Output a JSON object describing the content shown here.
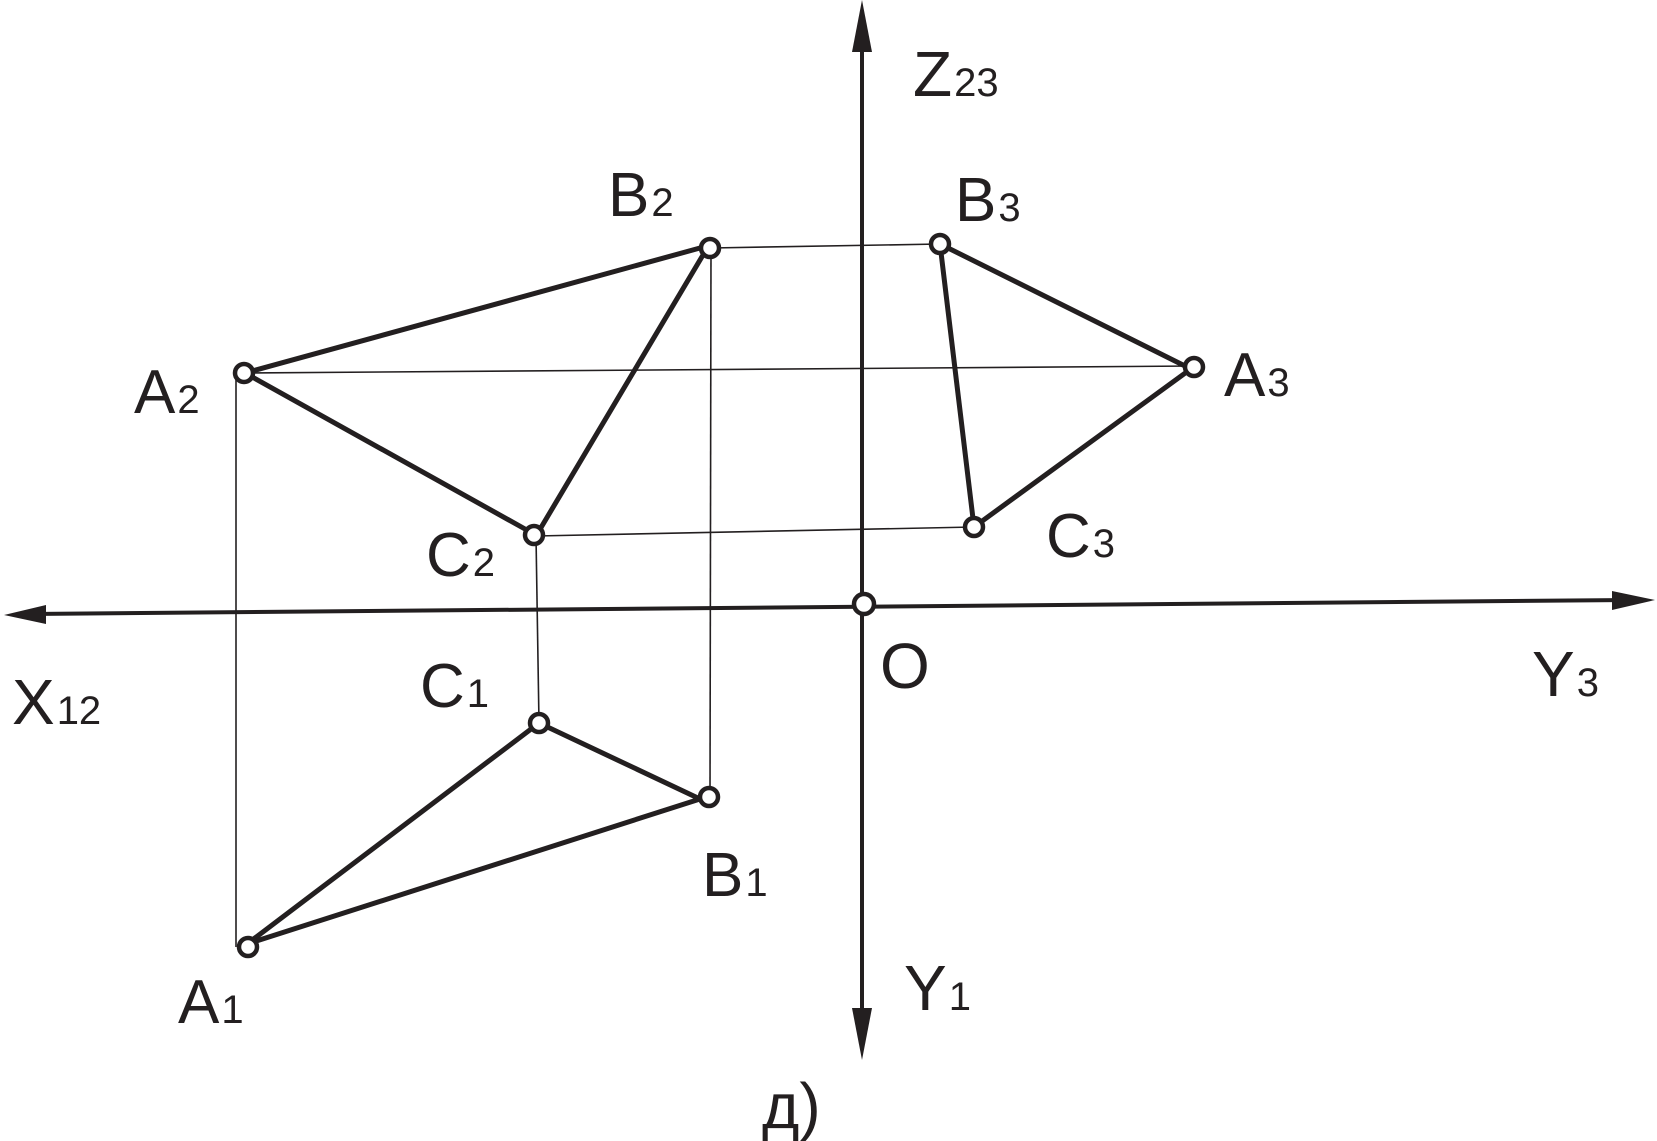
{
  "figure": {
    "caption": "д)",
    "axes": {
      "x": {
        "main": "X",
        "sub": "12"
      },
      "z": {
        "main": "Z",
        "sub": "23"
      },
      "y1": {
        "main": "Y",
        "sub": "1"
      },
      "y3": {
        "main": "Y",
        "sub": "3"
      },
      "origin": "O"
    },
    "points": {
      "A1": {
        "main": "A",
        "sub": "1"
      },
      "B1": {
        "main": "B",
        "sub": "1"
      },
      "C1": {
        "main": "C",
        "sub": "1"
      },
      "A2": {
        "main": "A",
        "sub": "2"
      },
      "B2": {
        "main": "B",
        "sub": "2"
      },
      "C2": {
        "main": "C",
        "sub": "2"
      },
      "A3": {
        "main": "A",
        "sub": "3"
      },
      "B3": {
        "main": "B",
        "sub": "3"
      },
      "C3": {
        "main": "C",
        "sub": "3"
      }
    }
  }
}
